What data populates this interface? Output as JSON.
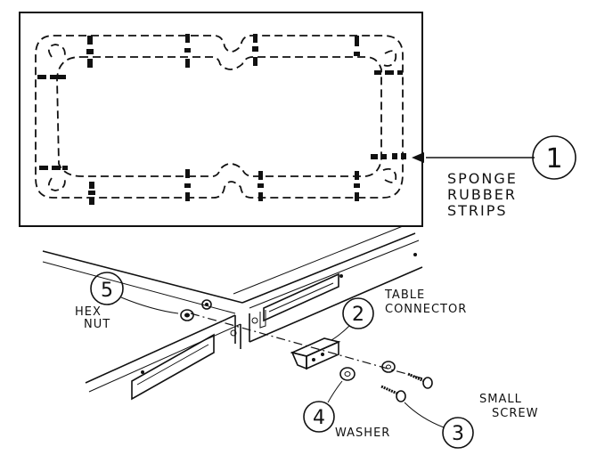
{
  "callouts": {
    "c1": {
      "number": "1",
      "label_lines": [
        "SPONGE",
        "RUBBER",
        "STRIPS"
      ]
    },
    "c2": {
      "number": "2",
      "label_lines": [
        "TABLE",
        "CONNECTOR"
      ]
    },
    "c3": {
      "number": "3",
      "label_lines": [
        "SMALL",
        "SCREW"
      ]
    },
    "c4": {
      "number": "4",
      "label_lines": [
        "WASHER"
      ]
    },
    "c5": {
      "number": "5",
      "label_lines": [
        "HEX",
        "NUT"
      ]
    }
  }
}
